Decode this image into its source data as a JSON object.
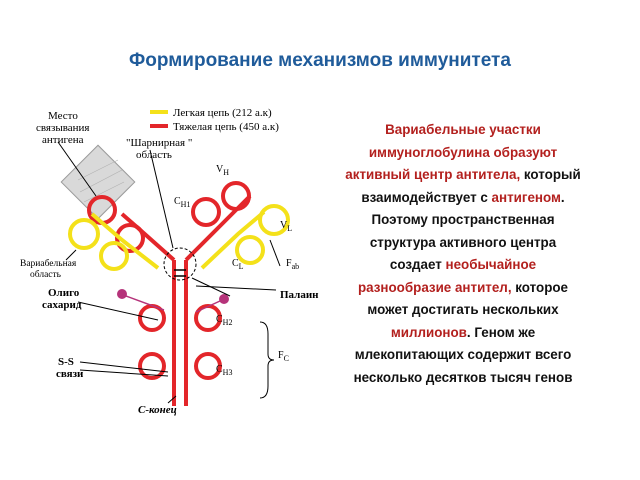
{
  "slide": {
    "title": "Формирование механизмов иммунитета"
  },
  "diagram": {
    "legend_light": "Легкая цепь (212 а.к)",
    "legend_heavy": "Тяжелая цепь (450 а.к)",
    "binding_site_1": "Место",
    "binding_site_2": "связывания",
    "binding_site_3": "антигена",
    "hinge_1": "\"Шарнирная \"",
    "hinge_2": "область",
    "variable_region_1": "Вариабельная",
    "variable_region_2": "область",
    "oligo_1": "Олиго",
    "oligo_2": "сахарид",
    "ss_1": "S-S",
    "ss_2": "связи",
    "c_terminus": "С-конец",
    "palain": "Палаин",
    "vh": "V",
    "vh_sub": "H",
    "ch1": "C",
    "ch1_sub": "H1",
    "vl": "V",
    "vl_sub": "L",
    "cl": "C",
    "cl_sub": "L",
    "fab": "F",
    "fab_sub": "ab",
    "ch2": "C",
    "ch2_sub": "H2",
    "fc": "F",
    "fc_sub": "C",
    "ch3": "C",
    "ch3_sub": "H3",
    "colors": {
      "light_chain": "#f4e11a",
      "heavy_chain": "#e3262a",
      "oligosaccharide": "#b5337a",
      "antigen": "#d9d9d9"
    }
  },
  "text": {
    "p1": "Вариабельные участки иммуноглобулина образуют активный центр антитела,",
    "p2": " который взаимодействует с ",
    "p3": "антигеном",
    "p4": ". Поэтому пространственная структура активного центра создает ",
    "p5": "необычайное разнообразие антител,",
    "p6": " которое может достигать нескольких ",
    "p7": "миллионов",
    "p8": ". Геном же млекопитающих содержит всего несколько десятков тысяч генов"
  }
}
